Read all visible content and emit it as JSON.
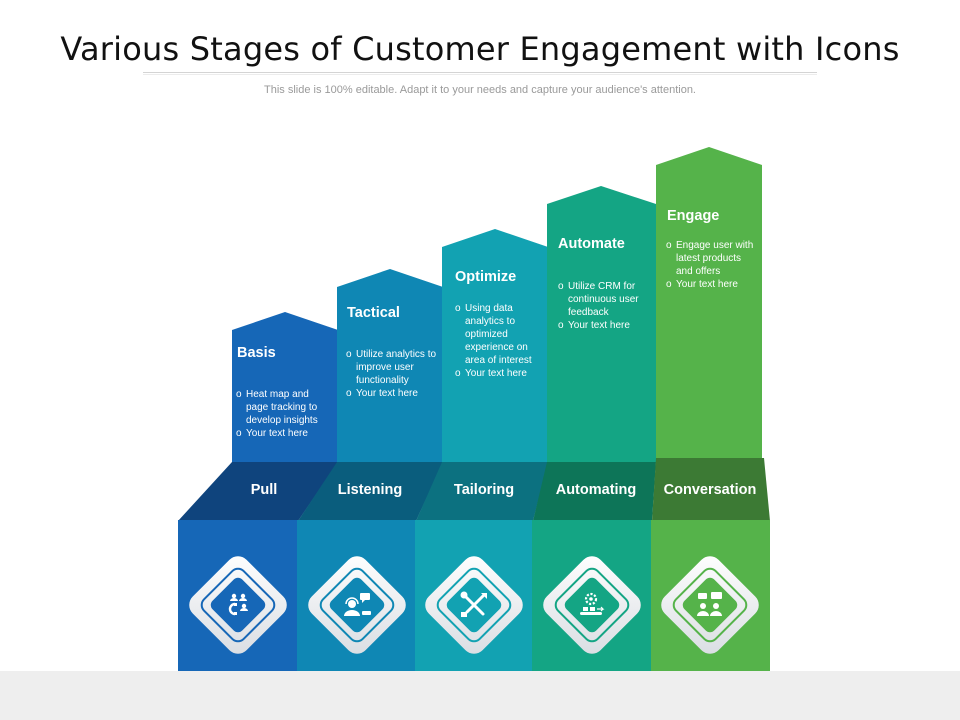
{
  "title": "Various Stages of Customer Engagement with Icons",
  "subtitle": "This slide is 100% editable. Adapt it to your needs and capture your audience's attention.",
  "steps": [
    {
      "label": "Basis",
      "stage": "Pull",
      "color": "#1667b7",
      "bullets": [
        "Heat map and page tracking to develop insights",
        "Your text here"
      ],
      "icon": "magnet-users-icon"
    },
    {
      "label": "Tactical",
      "stage": "Listening",
      "color": "#0f87b4",
      "bullets": [
        "Utilize analytics to improve user functionality",
        "Your text here"
      ],
      "icon": "support-headset-icon"
    },
    {
      "label": "Optimize",
      "stage": "Tailoring",
      "color": "#12a2b2",
      "bullets": [
        "Using data analytics to optimized experience on area of interest",
        "Your text here"
      ],
      "icon": "tools-icon"
    },
    {
      "label": "Automate",
      "stage": "Automating",
      "color": "#14a584",
      "bullets": [
        "Utilize CRM for continuous user feedback",
        "Your text here"
      ],
      "icon": "conveyor-gear-icon"
    },
    {
      "label": "Engage",
      "stage": "Conversation",
      "color": "#55b34a",
      "bullets": [
        "Engage user with latest products and offers",
        "Your text here"
      ],
      "icon": "people-chat-icon"
    }
  ]
}
